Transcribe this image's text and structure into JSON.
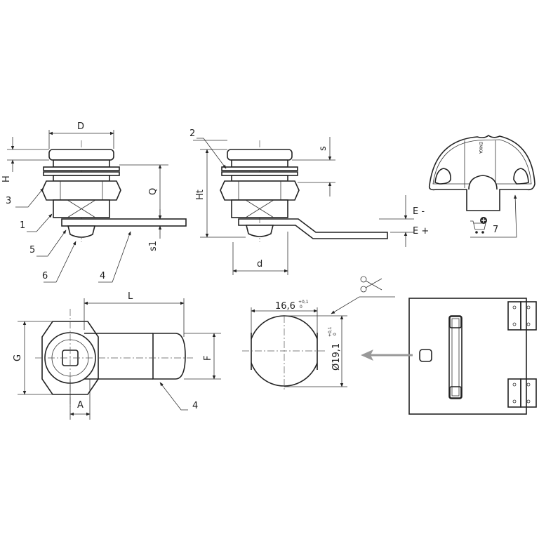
{
  "drawing": {
    "side_view": {
      "dim_D": "D",
      "dim_H": "H",
      "dim_Q": "Q",
      "dim_s1": "s1",
      "callouts": [
        "3",
        "1",
        "5",
        "6",
        "4"
      ]
    },
    "side_view_offset": {
      "callout_2": "2",
      "dim_Ht": "Ht",
      "dim_s": "s",
      "dim_d": "d",
      "dim_E_minus": "E -",
      "dim_E_plus": "E +"
    },
    "key": {
      "callout_7": "7",
      "icon": "add-to-cart-icon",
      "brand_mark": "EMKA"
    },
    "front_view": {
      "dim_L": "L",
      "dim_G": "G",
      "dim_F": "F",
      "dim_A": "A",
      "callout_4": "4"
    },
    "cutout": {
      "width": "16,6",
      "width_tol_upper": "+0,1",
      "width_tol_lower": "0",
      "diameter": "Ø19,1",
      "diameter_tol_upper": "+0,1",
      "diameter_tol_lower": "0",
      "icon": "scissors-icon"
    },
    "colors": {
      "line": "#222222",
      "arrow": "#999999"
    }
  }
}
